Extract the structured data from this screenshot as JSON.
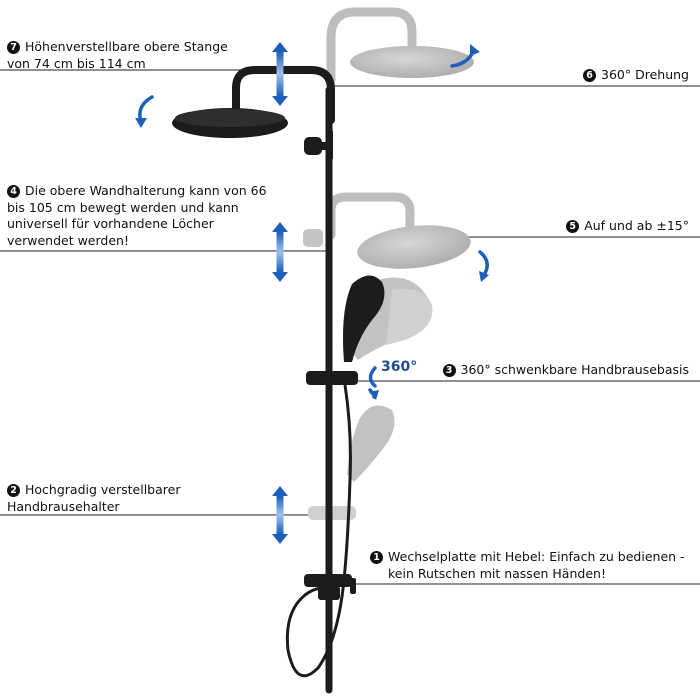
{
  "callouts": {
    "c7": {
      "number": "7",
      "line1": "Höhenverstellbare obere Stange",
      "line2": "von 74 cm bis 114 cm"
    },
    "c6": {
      "number": "6",
      "line1": "360° Drehung"
    },
    "c4": {
      "number": "4",
      "line1": "Die obere Wandhalterung kann von 66",
      "line2": "bis 105 cm bewegt werden und kann",
      "line3": "universell für vorhandene Löcher",
      "line4": "verwendet werden!"
    },
    "c5": {
      "number": "5",
      "line1": "Auf und ab ±15°"
    },
    "c3": {
      "number": "3",
      "line1": "360° schwenkbare Handbrausebasis"
    },
    "c2": {
      "number": "2",
      "line1": "Hochgradig verstellbarer",
      "line2": "Handbrausehalter"
    },
    "c1": {
      "number": "1",
      "line1": "Wechselplatte mit Hebel: Einfach zu bedienen -",
      "line2": "kein Rutschen mit nassen Händen!"
    }
  },
  "rotation_label": "360°",
  "colors": {
    "fixture": "#1c1c1e",
    "ghost": "#b9b9b9",
    "arrow": "#1f5fb8",
    "line": "#222222"
  },
  "icons": [
    "up-down-arrow-icon",
    "rotate-arrow-icon",
    "numbered-badge-icon"
  ]
}
